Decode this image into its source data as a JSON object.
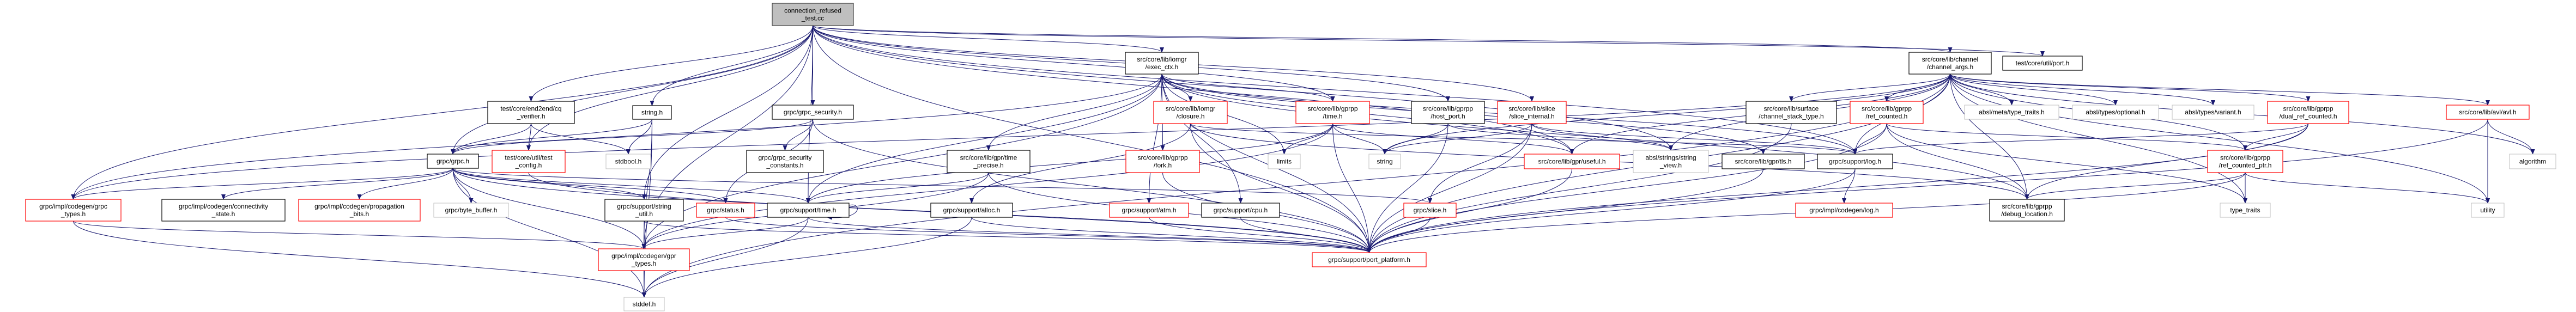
{
  "graph": {
    "colors": {
      "edge": "#191970",
      "root_fill": "#bfbfbf",
      "border_documented": "#000000",
      "border_truncated": "#ff0000",
      "border_external": "#bfbfbf"
    },
    "nodes": [
      {
        "id": "root",
        "lines": [
          "connection_refused",
          "_test.cc"
        ],
        "kind": "root"
      },
      {
        "id": "cq_verifier",
        "lines": [
          "test/core/end2end/cq",
          "_verifier.h"
        ],
        "kind": "documented"
      },
      {
        "id": "grpc_h",
        "lines": [
          "grpc/grpc.h"
        ],
        "kind": "documented"
      },
      {
        "id": "test_config",
        "lines": [
          "test/core/util/test",
          "_config.h"
        ],
        "kind": "truncated"
      },
      {
        "id": "stdbool",
        "lines": [
          "stdbool.h"
        ],
        "kind": "external"
      },
      {
        "id": "string_h",
        "lines": [
          "string.h"
        ],
        "kind": "documented"
      },
      {
        "id": "grpc_types",
        "lines": [
          "grpc/impl/codegen/grpc",
          "_types.h"
        ],
        "kind": "truncated"
      },
      {
        "id": "connectivity",
        "lines": [
          "grpc/impl/codegen/connectivity",
          "_state.h"
        ],
        "kind": "documented"
      },
      {
        "id": "propagation",
        "lines": [
          "grpc/impl/codegen/propagation",
          "_bits.h"
        ],
        "kind": "truncated"
      },
      {
        "id": "byte_buffer",
        "lines": [
          "grpc/byte_buffer.h"
        ],
        "kind": "external"
      },
      {
        "id": "string_util",
        "lines": [
          "grpc/support/string",
          "_util.h"
        ],
        "kind": "documented"
      },
      {
        "id": "gpr_types",
        "lines": [
          "grpc/impl/codegen/gpr",
          "_types.h"
        ],
        "kind": "truncated"
      },
      {
        "id": "stddef",
        "lines": [
          "stddef.h"
        ],
        "kind": "external"
      },
      {
        "id": "grpc_security",
        "lines": [
          "grpc/grpc_security.h"
        ],
        "kind": "documented"
      },
      {
        "id": "security_constants",
        "lines": [
          "grpc/grpc_security",
          "_constants.h"
        ],
        "kind": "documented"
      },
      {
        "id": "exec_ctx",
        "lines": [
          "src/core/lib/iomgr",
          "/exec_ctx.h"
        ],
        "kind": "documented"
      },
      {
        "id": "closure",
        "lines": [
          "src/core/lib/iomgr",
          "/closure.h"
        ],
        "kind": "truncated"
      },
      {
        "id": "time_precise",
        "lines": [
          "src/core/lib/gpr/time",
          "_precise.h"
        ],
        "kind": "documented"
      },
      {
        "id": "fork",
        "lines": [
          "src/core/lib/gprpp",
          "/fork.h"
        ],
        "kind": "truncated"
      },
      {
        "id": "limits",
        "lines": [
          "limits"
        ],
        "kind": "external"
      },
      {
        "id": "status",
        "lines": [
          "grpc/status.h"
        ],
        "kind": "truncated"
      },
      {
        "id": "support_time",
        "lines": [
          "grpc/support/time.h"
        ],
        "kind": "documented"
      },
      {
        "id": "alloc",
        "lines": [
          "grpc/support/alloc.h"
        ],
        "kind": "documented"
      },
      {
        "id": "atm",
        "lines": [
          "grpc/support/atm.h"
        ],
        "kind": "truncated"
      },
      {
        "id": "cpu",
        "lines": [
          "grpc/support/cpu.h"
        ],
        "kind": "documented"
      },
      {
        "id": "gprpp_time",
        "lines": [
          "src/core/lib/gprpp",
          "/time.h"
        ],
        "kind": "truncated"
      },
      {
        "id": "host_port",
        "lines": [
          "src/core/lib/gprpp",
          "/host_port.h"
        ],
        "kind": "documented"
      },
      {
        "id": "slice_internal",
        "lines": [
          "src/core/lib/slice",
          "/slice_internal.h"
        ],
        "kind": "truncated"
      },
      {
        "id": "string",
        "lines": [
          "string"
        ],
        "kind": "external"
      },
      {
        "id": "useful",
        "lines": [
          "src/core/lib/gpr/useful.h"
        ],
        "kind": "truncated"
      },
      {
        "id": "string_view",
        "lines": [
          "absl/strings/string",
          "_view.h"
        ],
        "kind": "external"
      },
      {
        "id": "tls",
        "lines": [
          "src/core/lib/gpr/tls.h"
        ],
        "kind": "documented"
      },
      {
        "id": "log",
        "lines": [
          "grpc/support/log.h"
        ],
        "kind": "documented"
      },
      {
        "id": "slice",
        "lines": [
          "grpc/slice.h"
        ],
        "kind": "truncated"
      },
      {
        "id": "codegen_log",
        "lines": [
          "grpc/impl/codegen/log.h"
        ],
        "kind": "truncated"
      },
      {
        "id": "port_platform",
        "lines": [
          "grpc/support/port_platform.h"
        ],
        "kind": "truncated"
      },
      {
        "id": "channel_args",
        "lines": [
          "src/core/lib/channel",
          "/channel_args.h"
        ],
        "kind": "documented"
      },
      {
        "id": "channel_stack_type",
        "lines": [
          "src/core/lib/surface",
          "/channel_stack_type.h"
        ],
        "kind": "documented"
      },
      {
        "id": "ref_counted",
        "lines": [
          "src/core/lib/gprpp",
          "/ref_counted.h"
        ],
        "kind": "truncated"
      },
      {
        "id": "port",
        "lines": [
          "test/core/util/port.h"
        ],
        "kind": "documented"
      },
      {
        "id": "meta_type_traits",
        "lines": [
          "absl/meta/type_traits.h"
        ],
        "kind": "external"
      },
      {
        "id": "optional",
        "lines": [
          "absl/types/optional.h"
        ],
        "kind": "external"
      },
      {
        "id": "variant",
        "lines": [
          "absl/types/variant.h"
        ],
        "kind": "external"
      },
      {
        "id": "dual_ref_counted",
        "lines": [
          "src/core/lib/gprpp",
          "/dual_ref_counted.h"
        ],
        "kind": "truncated"
      },
      {
        "id": "avl",
        "lines": [
          "src/core/lib/avl/avl.h"
        ],
        "kind": "truncated"
      },
      {
        "id": "ref_counted_ptr",
        "lines": [
          "src/core/lib/gprpp",
          "/ref_counted_ptr.h"
        ],
        "kind": "truncated"
      },
      {
        "id": "algorithm",
        "lines": [
          "algorithm"
        ],
        "kind": "external"
      },
      {
        "id": "debug_location",
        "lines": [
          "src/core/lib/gprpp",
          "/debug_location.h"
        ],
        "kind": "documented"
      },
      {
        "id": "type_traits",
        "lines": [
          "type_traits"
        ],
        "kind": "external"
      },
      {
        "id": "utility",
        "lines": [
          "utility"
        ],
        "kind": "external"
      }
    ],
    "edges": [
      [
        "root",
        "grpc_h"
      ],
      [
        "root",
        "cq_verifier"
      ],
      [
        "root",
        "test_config"
      ],
      [
        "root",
        "string_h"
      ],
      [
        "root",
        "grpc_security"
      ],
      [
        "root",
        "exec_ctx"
      ],
      [
        "root",
        "channel_args"
      ],
      [
        "root",
        "port"
      ],
      [
        "root",
        "grpc_types"
      ],
      [
        "root",
        "string_util"
      ],
      [
        "root",
        "support_time"
      ],
      [
        "root",
        "port_platform"
      ],
      [
        "root",
        "log"
      ],
      [
        "root",
        "gprpp_time"
      ],
      [
        "root",
        "host_port"
      ],
      [
        "root",
        "slice_internal"
      ],
      [
        "root",
        "useful"
      ],
      [
        "root",
        "gpr_types"
      ],
      [
        "root",
        "string_view"
      ],
      [
        "cq_verifier",
        "grpc_h"
      ],
      [
        "cq_verifier",
        "test_config"
      ],
      [
        "cq_verifier",
        "stdbool"
      ],
      [
        "string_h",
        "grpc_h"
      ],
      [
        "string_h",
        "stdbool"
      ],
      [
        "string_h",
        "gpr_types"
      ],
      [
        "string_h",
        "stddef"
      ],
      [
        "grpc_h",
        "grpc_types"
      ],
      [
        "grpc_h",
        "connectivity"
      ],
      [
        "grpc_h",
        "propagation"
      ],
      [
        "grpc_h",
        "byte_buffer"
      ],
      [
        "grpc_h",
        "status"
      ],
      [
        "grpc_h",
        "support_time"
      ],
      [
        "grpc_h",
        "stddef"
      ],
      [
        "grpc_h",
        "gpr_types"
      ],
      [
        "grpc_h",
        "slice"
      ],
      [
        "grpc_h",
        "port_platform"
      ],
      [
        "grpc_h",
        "string_util"
      ],
      [
        "grpc_types",
        "gpr_types"
      ],
      [
        "grpc_types",
        "stddef"
      ],
      [
        "grpc_security",
        "grpc_h"
      ],
      [
        "grpc_security",
        "security_constants"
      ],
      [
        "grpc_security",
        "status"
      ],
      [
        "grpc_security",
        "port_platform"
      ],
      [
        "test_config",
        "port_platform"
      ],
      [
        "string_util",
        "gpr_types"
      ],
      [
        "string_util",
        "port_platform"
      ],
      [
        "gpr_types",
        "stddef"
      ],
      [
        "status",
        "port_platform"
      ],
      [
        "support_time",
        "gpr_types"
      ],
      [
        "support_time",
        "stddef"
      ],
      [
        "support_time",
        "support_time"
      ],
      [
        "support_time",
        "port_platform"
      ],
      [
        "alloc",
        "stddef"
      ],
      [
        "alloc",
        "port_platform"
      ],
      [
        "exec_ctx",
        "time_precise"
      ],
      [
        "exec_ctx",
        "closure"
      ],
      [
        "exec_ctx",
        "fork"
      ],
      [
        "exec_ctx",
        "atm"
      ],
      [
        "exec_ctx",
        "cpu"
      ],
      [
        "exec_ctx",
        "limits"
      ],
      [
        "exec_ctx",
        "gprpp_time"
      ],
      [
        "exec_ctx",
        "gpr_types"
      ],
      [
        "exec_ctx",
        "support_time"
      ],
      [
        "exec_ctx",
        "port_platform"
      ],
      [
        "exec_ctx",
        "log"
      ],
      [
        "exec_ctx",
        "tls"
      ],
      [
        "exec_ctx",
        "debug_location"
      ],
      [
        "exec_ctx",
        "grpc_types"
      ],
      [
        "exec_ctx",
        "useful"
      ],
      [
        "closure",
        "alloc"
      ],
      [
        "closure",
        "log"
      ],
      [
        "closure",
        "port_platform"
      ],
      [
        "closure",
        "debug_location"
      ],
      [
        "time_precise",
        "support_time"
      ],
      [
        "time_precise",
        "gpr_types"
      ],
      [
        "time_precise",
        "port_platform"
      ],
      [
        "fork",
        "port_platform"
      ],
      [
        "atm",
        "port_platform"
      ],
      [
        "cpu",
        "port_platform"
      ],
      [
        "gprpp_time",
        "string"
      ],
      [
        "gprpp_time",
        "limits"
      ],
      [
        "gprpp_time",
        "useful"
      ],
      [
        "gprpp_time",
        "support_time"
      ],
      [
        "gprpp_time",
        "port_platform"
      ],
      [
        "gprpp_time",
        "gpr_types"
      ],
      [
        "host_port",
        "string"
      ],
      [
        "host_port",
        "string_view"
      ],
      [
        "host_port",
        "port_platform"
      ],
      [
        "slice_internal",
        "string"
      ],
      [
        "slice_internal",
        "slice"
      ],
      [
        "slice_internal",
        "port_platform"
      ],
      [
        "slice_internal",
        "string_view"
      ],
      [
        "slice_internal",
        "log"
      ],
      [
        "useful",
        "port_platform"
      ],
      [
        "tls",
        "port_platform"
      ],
      [
        "log",
        "codegen_log"
      ],
      [
        "log",
        "port_platform"
      ],
      [
        "slice",
        "port_platform"
      ],
      [
        "channel_args",
        "meta_type_traits"
      ],
      [
        "channel_args",
        "optional"
      ],
      [
        "channel_args",
        "variant"
      ],
      [
        "channel_args",
        "dual_ref_counted"
      ],
      [
        "channel_args",
        "avl"
      ],
      [
        "channel_args",
        "channel_stack_type"
      ],
      [
        "channel_args",
        "ref_counted"
      ],
      [
        "channel_args",
        "string"
      ],
      [
        "channel_args",
        "string_view"
      ],
      [
        "channel_args",
        "useful"
      ],
      [
        "channel_args",
        "log"
      ],
      [
        "channel_args",
        "grpc_types"
      ],
      [
        "channel_args",
        "debug_location"
      ],
      [
        "channel_args",
        "ref_counted_ptr"
      ],
      [
        "channel_args",
        "type_traits"
      ],
      [
        "channel_args",
        "algorithm"
      ],
      [
        "channel_args",
        "utility"
      ],
      [
        "channel_args",
        "port_platform"
      ],
      [
        "channel_args",
        "stddef"
      ],
      [
        "ref_counted",
        "log"
      ],
      [
        "ref_counted",
        "ref_counted_ptr"
      ],
      [
        "ref_counted",
        "debug_location"
      ],
      [
        "ref_counted",
        "port_platform"
      ],
      [
        "ref_counted",
        "type_traits"
      ],
      [
        "dual_ref_counted",
        "ref_counted_ptr"
      ],
      [
        "dual_ref_counted",
        "debug_location"
      ],
      [
        "dual_ref_counted",
        "log"
      ],
      [
        "dual_ref_counted",
        "port_platform"
      ],
      [
        "ref_counted_ptr",
        "debug_location"
      ],
      [
        "ref_counted_ptr",
        "type_traits"
      ],
      [
        "ref_counted_ptr",
        "utility"
      ],
      [
        "ref_counted_ptr",
        "port_platform"
      ],
      [
        "avl",
        "algorithm"
      ],
      [
        "avl",
        "utility"
      ],
      [
        "avl",
        "port_platform"
      ],
      [
        "channel_stack_type",
        "port_platform"
      ]
    ]
  }
}
